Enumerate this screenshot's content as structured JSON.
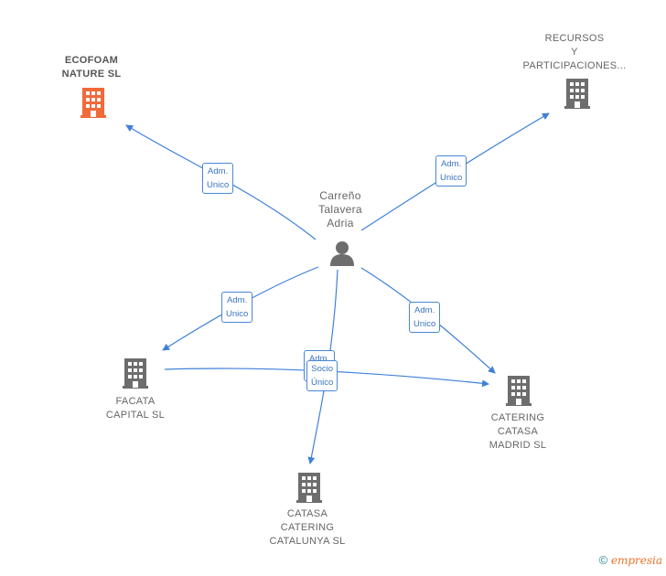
{
  "center": {
    "name": "Carreño\nTalavera\nAdria"
  },
  "companies": [
    {
      "id": "ecofoam",
      "name": "ECOFOAM\nNATURE SL",
      "highlight": true
    },
    {
      "id": "recursos",
      "name": "RECURSOS\nY\nPARTICIPACIONES...",
      "highlight": false
    },
    {
      "id": "facata",
      "name": "FACATA\nCAPITAL SL",
      "highlight": false
    },
    {
      "id": "catering_madrid",
      "name": "CATERING\nCATASA\nMADRID SL",
      "highlight": false
    },
    {
      "id": "catasa_cat",
      "name": "CATASA\nCATERING\nCATALUNYA SL",
      "highlight": false
    }
  ],
  "relations": [
    {
      "to": "ecofoam",
      "label": "Adm.\nUnico"
    },
    {
      "to": "recursos",
      "label": "Adm.\nUnico"
    },
    {
      "to": "facata",
      "label": "Adm.\nUnico"
    },
    {
      "to": "catering_madrid",
      "label": "Adm.\nUnico"
    },
    {
      "to": "catasa_cat",
      "label": "Adm.\nUnico"
    },
    {
      "to": "catering_madrid_from_facata",
      "label": "Socio\nÚnico"
    }
  ],
  "footer": {
    "copyright": "©",
    "brand": "empresia"
  },
  "colors": {
    "edge": "#3f80d8",
    "highlight_icon": "#f06a3a",
    "icon": "#6d6d6d"
  }
}
